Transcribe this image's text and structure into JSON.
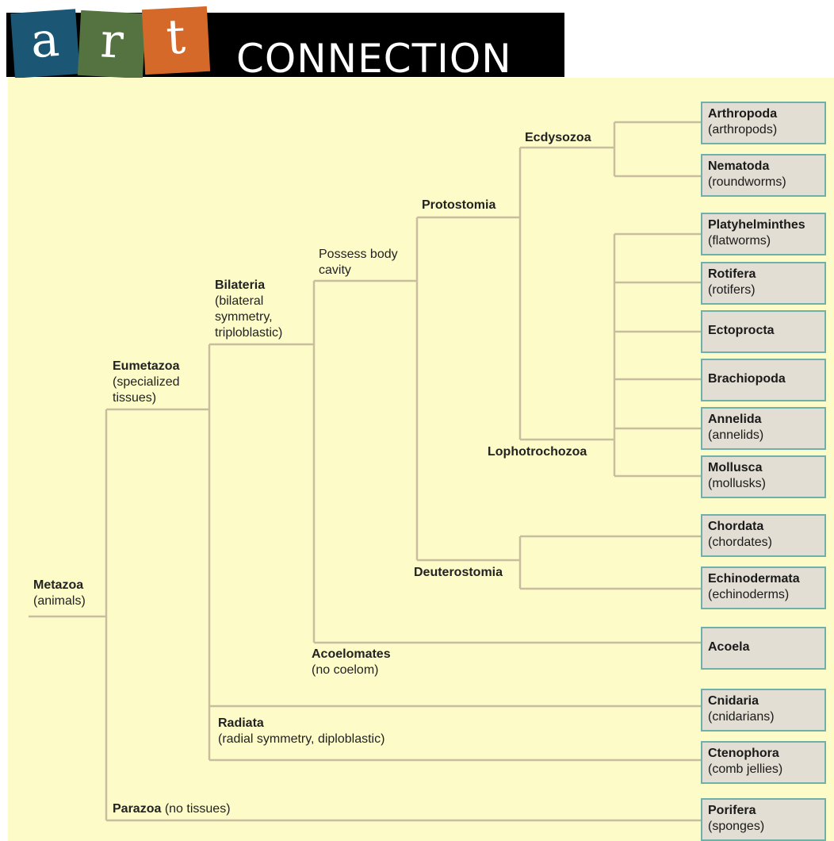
{
  "logo": {
    "letters": [
      "a",
      "r",
      "t"
    ],
    "word": "CONNECTION",
    "colors": {
      "a": "#1b5674",
      "r": "#557340",
      "t": "#d5692a",
      "bar": "#000000"
    }
  },
  "diagram": {
    "background": "#fdfcc8",
    "line_color": "#c8bd9e",
    "box_fill": "#e3ded3",
    "box_border": "#6fb0aa",
    "nodes": {
      "metazoa": {
        "name": "Metazoa",
        "detail": "(animals)"
      },
      "eumetazoa": {
        "name": "Eumetazoa",
        "detail_1": "(specialized",
        "detail_2": "tissues)"
      },
      "parazoa": {
        "name": "Parazoa",
        "detail": "(no tissues)"
      },
      "bilateria": {
        "name": "Bilateria",
        "detail_1": "(bilateral",
        "detail_2": "symmetry,",
        "detail_3": "triploblastic)"
      },
      "radiata": {
        "name": "Radiata",
        "detail": "(radial symmetry, diploblastic)"
      },
      "body_cavity": {
        "line_1": "Possess body",
        "line_2": "cavity"
      },
      "acoelomates": {
        "name": "Acoelomates",
        "detail": "(no coelom)"
      },
      "protostomia": {
        "name": "Protostomia"
      },
      "deuterostomia": {
        "name": "Deuterostomia"
      },
      "ecdysozoa": {
        "name": "Ecdysozoa"
      },
      "lophotrochozoa": {
        "name": "Lophotrochozoa"
      }
    },
    "leaves": [
      {
        "name": "Arthropoda",
        "common": "(arthropods)"
      },
      {
        "name": "Nematoda",
        "common": "(roundworms)"
      },
      {
        "name": "Platyhelminthes",
        "common": "(flatworms)"
      },
      {
        "name": "Rotifera",
        "common": "(rotifers)"
      },
      {
        "name": "Ectoprocta",
        "common": ""
      },
      {
        "name": "Brachiopoda",
        "common": ""
      },
      {
        "name": "Annelida",
        "common": "(annelids)"
      },
      {
        "name": "Mollusca",
        "common": "(mollusks)"
      },
      {
        "name": "Chordata",
        "common": "(chordates)"
      },
      {
        "name": "Echinodermata",
        "common": "(echinoderms)"
      },
      {
        "name": "Acoela",
        "common": ""
      },
      {
        "name": "Cnidaria",
        "common": "(cnidarians)"
      },
      {
        "name": "Ctenophora",
        "common": "(comb jellies)"
      },
      {
        "name": "Porifera",
        "common": "(sponges)"
      }
    ]
  }
}
